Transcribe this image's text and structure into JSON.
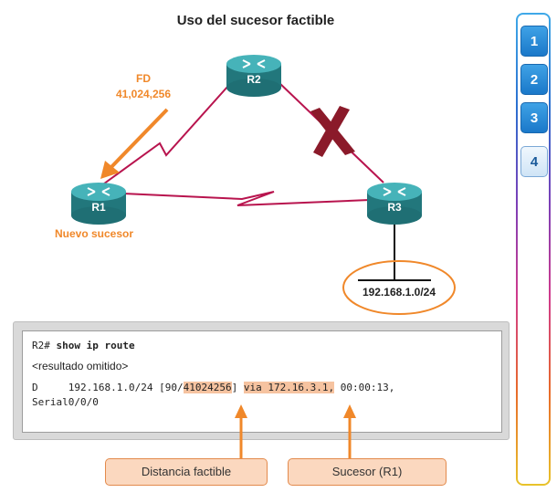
{
  "diagram": {
    "title": "Uso del sucesor factible",
    "fd_label_line1": "FD",
    "fd_label_line2": "41,024,256",
    "successor_label": "Nuevo sucesor",
    "network_label": "192.168.1.0/24",
    "routers": [
      {
        "name": "R1"
      },
      {
        "name": "R2"
      },
      {
        "name": "R3"
      }
    ],
    "colors": {
      "link": "#b8144e",
      "accent": "#f0882a",
      "failure_mark": "#8b1a2a",
      "router": "#2a8f95"
    }
  },
  "cli": {
    "prompt": "R2#",
    "command": "show ip route",
    "omitted": "<resultado omitido>",
    "route_code": "D",
    "route_prefix": "192.168.1.0/24 [90/",
    "route_fd": "41024256",
    "route_bracket_close": "]",
    "route_via": "via 172.16.3.1,",
    "route_time": "00:00:13,",
    "route_iface": "Serial0/0/0"
  },
  "callouts": {
    "fd": "Distancia factible",
    "successor": "Sucesor (R1)"
  },
  "nav": {
    "items": [
      {
        "label": "1",
        "active": false
      },
      {
        "label": "2",
        "active": false
      },
      {
        "label": "3",
        "active": false
      },
      {
        "label": "4",
        "active": true
      }
    ]
  }
}
